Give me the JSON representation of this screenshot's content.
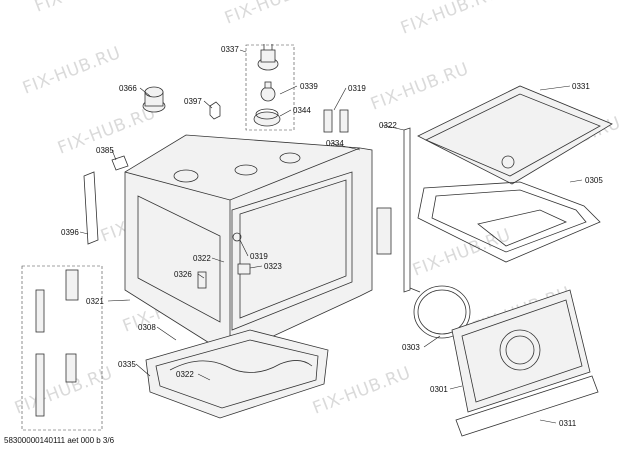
{
  "watermark": "FIX-HUB.RU",
  "footer_text": "58300000140111 aet 000 b 3/6",
  "part_labels": {
    "p0337": "0337",
    "p0366": "0366",
    "p0397": "0397",
    "p0339": "0339",
    "p0344": "0344",
    "p0319a": "0319",
    "p0331": "0331",
    "p0385": "0385",
    "p0334": "0334",
    "p0322a": "0322",
    "p0305": "0305",
    "p0396": "0396",
    "p0322b": "0322",
    "p0319b": "0319",
    "p0326": "0326",
    "p0323": "0323",
    "p0321": "0321",
    "p0308": "0308",
    "p0303": "0303",
    "p0335": "0335",
    "p0322c": "0322",
    "p0301": "0301",
    "p0311": "0311"
  },
  "colors": {
    "line": "#333333",
    "watermark": "#dadada",
    "fill": "#f2f2f2"
  }
}
